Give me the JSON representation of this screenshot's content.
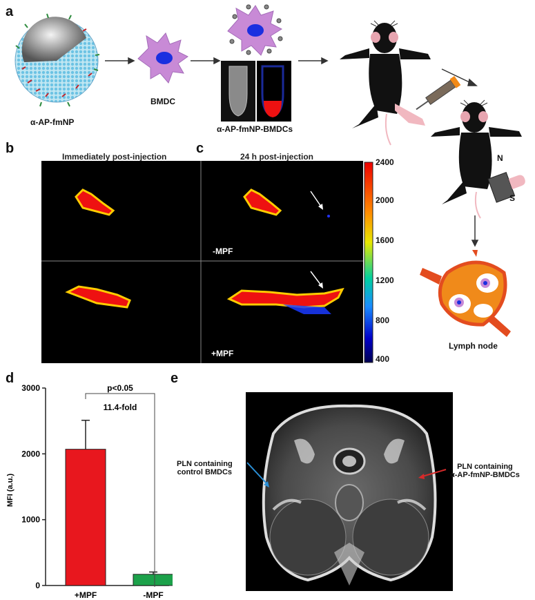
{
  "panels": {
    "a": "a",
    "b": "b",
    "c": "c",
    "d": "d",
    "e": "e"
  },
  "panel_a": {
    "nanoparticle_label": "α-AP-fmNP",
    "bmdc_label": "BMDC",
    "loaded_label": "α-AP-fmNP-BMDCs",
    "magnet_north": "N",
    "magnet_south": "S",
    "lymph_node_label": "Lymph node"
  },
  "panel_bc": {
    "title_b": "Immediately post-injection",
    "title_c": "24 h post-injection",
    "minus_label": "-MPF",
    "plus_label": "+MPF",
    "colorbar_ticks": [
      "2400",
      "2000",
      "1600",
      "1200",
      "800",
      "400"
    ]
  },
  "chart_data": {
    "type": "bar",
    "categories": [
      "+MPF",
      "-MPF"
    ],
    "values": [
      2070,
      170
    ],
    "errors": [
      440,
      35
    ],
    "colors": [
      "#e8171e",
      "#1ca14a"
    ],
    "ylabel": "MFI (a.u.)",
    "ylim": [
      0,
      3000
    ],
    "yticks": [
      "0",
      "1000",
      "2000",
      "3000"
    ],
    "annotation_p": "p<0.05",
    "annotation_fold": "11.4-fold"
  },
  "panel_e": {
    "left_label_line1": "PLN containing",
    "left_label_line2": "control BMDCs",
    "right_label_line1": "PLN containing",
    "right_label_line2": "α-AP-fmNP-BMDCs",
    "arrow_left_color": "#2a8fd6",
    "arrow_right_color": "#d62a2a"
  }
}
